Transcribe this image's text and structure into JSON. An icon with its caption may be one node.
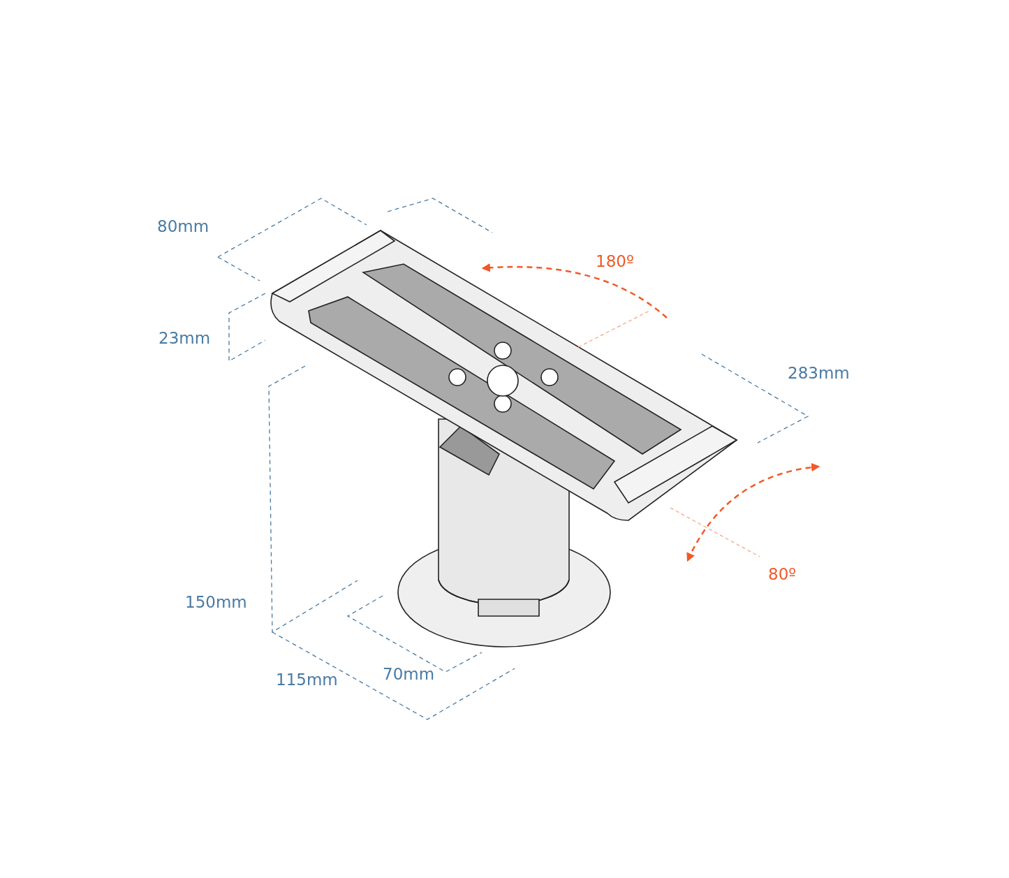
{
  "diagram": {
    "labels": [
      "80mm",
      "180º",
      "23mm",
      "283mm",
      "80º",
      "150mm",
      "70mm",
      "115mm"
    ]
  }
}
